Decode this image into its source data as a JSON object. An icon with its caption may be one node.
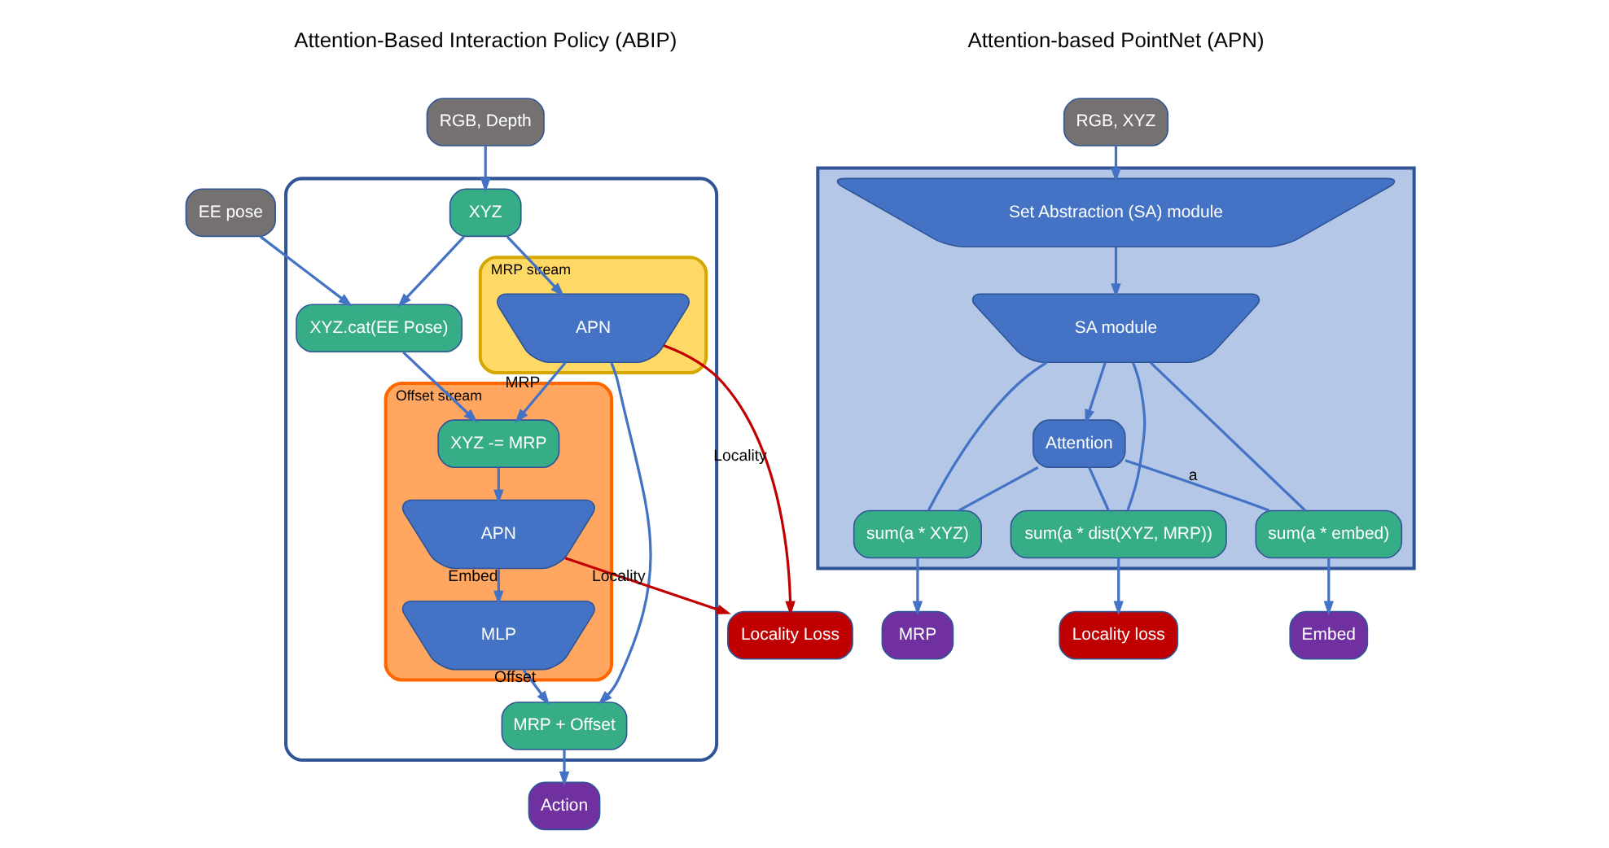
{
  "diagram": {
    "nodes": [
      {
        "text": [
          "RGB, Depth"
        ]
      },
      {
        "text": [
          "EE pose"
        ]
      },
      {
        "text": [],
        "shape": "box"
      },
      {
        "text": [
          "XYZ"
        ],
        "in": 2
      },
      {
        "text": [
          "XYZ.cat(EE Pose)"
        ],
        "in": 2
      },
      {
        "text": [
          "MRP stream"
        ],
        "in": 2
      },
      {
        "text": [
          "APN"
        ],
        "in": 5
      },
      {
        "text": [
          "Offset stream"
        ],
        "in": 2
      },
      {
        "text": [
          "XYZ -= MRP"
        ],
        "in": 7
      },
      {
        "text": [
          "APN"
        ],
        "in": 7
      },
      {
        "text": [
          "MLP"
        ],
        "in": 7
      },
      {
        "text": [
          "MRP + Offset"
        ],
        "in": 2
      },
      {
        "text": [
          "Locality Loss"
        ]
      },
      {
        "text": [
          "Action"
        ]
      },
      {
        "text": [
          "RGB, XYZ"
        ]
      },
      {
        "text": [],
        "shape": "trapezium"
      },
      {
        "text": [
          "Set Abstraction (SA) module"
        ],
        "in": 15
      },
      {
        "text": [
          "SA module"
        ],
        "in": 15
      },
      {
        "text": [
          "Attention"
        ],
        "in": 15
      },
      {
        "text": [
          "sum(a * embed)"
        ],
        "in": 15
      },
      {
        "text": [
          "sum(a * XYZ)"
        ],
        "in": 15
      },
      {
        "text": [
          "sum(a * dist(XYZ, MRP))"
        ],
        "in": 15
      },
      {
        "text": [
          "Embed"
        ]
      },
      {
        "text": [
          "MRP"
        ]
      },
      {
        "text": [
          "Locality loss"
        ]
      }
    ],
    "edges": [
      {
        "from": 0,
        "to": 3,
        "arrow": "to"
      },
      {
        "from": 1,
        "to": 4,
        "arrow": "to"
      },
      {
        "from": 3,
        "to": 4,
        "arrow": "to"
      },
      {
        "from": 3,
        "to": 6,
        "arrow": "to"
      },
      {
        "from": 4,
        "to": 8,
        "arrow": "to"
      },
      {
        "from": 6,
        "to": 12,
        "label": "Locality",
        "arrow": "to",
        "color": "#c00000"
      },
      {
        "from": 6,
        "to": 8,
        "label": "MRP",
        "arrow": "to"
      },
      {
        "from": 6,
        "to": 11,
        "arrow": "to"
      },
      {
        "from": 8,
        "to": 9,
        "arrow": "to"
      },
      {
        "from": 9,
        "to": 12,
        "label": "Locality",
        "arrow": "to",
        "color": "#c00000"
      },
      {
        "from": 9,
        "to": 10,
        "label": "Embed",
        "arrow": "to"
      },
      {
        "from": 10,
        "to": 11,
        "label": "Offset",
        "arrow": "to"
      },
      {
        "from": 11,
        "to": 13,
        "arrow": "to"
      },
      {
        "from": 14,
        "to": 16,
        "arrow": "to"
      },
      {
        "from": 16,
        "to": 17,
        "arrow": "to"
      },
      {
        "from": 17,
        "to": 18,
        "arrow": "to"
      },
      {
        "from": 18,
        "to": 19,
        "label": "a",
        "arrow": "none"
      },
      {
        "from": 18,
        "to": 20,
        "arrow": "none"
      },
      {
        "from": 18,
        "to": 21,
        "arrow": "none"
      },
      {
        "from": 17,
        "to": 19,
        "arrow": "none"
      },
      {
        "from": 17,
        "to": 20,
        "arrow": "none"
      },
      {
        "from": 17,
        "to": 21,
        "arrow": "none"
      },
      {
        "from": 19,
        "to": 22,
        "arrow": "to"
      },
      {
        "from": 20,
        "to": 23,
        "arrow": "to"
      },
      {
        "from": 21,
        "to": 24,
        "arrow": "to"
      }
    ],
    "labels": [
      "Attention-Based Interaction Policy (ABIP)",
      "Attention-based PointNet (APN)"
    ]
  }
}
